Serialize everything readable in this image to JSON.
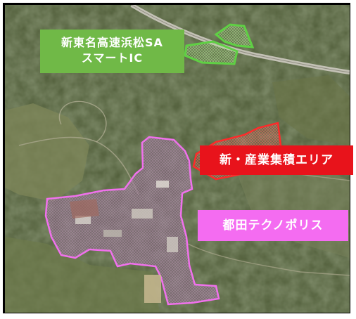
{
  "map": {
    "labels": {
      "sa_ic_line1": "新東名高速浜松SA",
      "sa_ic_line2": "スマートIC",
      "industrial_area": "新・産業集積エリア",
      "technopolis": "都田テクノポリス"
    },
    "colors": {
      "sa_ic": "#70b947",
      "industrial_area": "#e8131b",
      "technopolis": "#f46cf1",
      "terrain_dark": "#3e4a2d",
      "terrain_mid": "#5c6a40",
      "highway": "#b8b8b0"
    }
  }
}
